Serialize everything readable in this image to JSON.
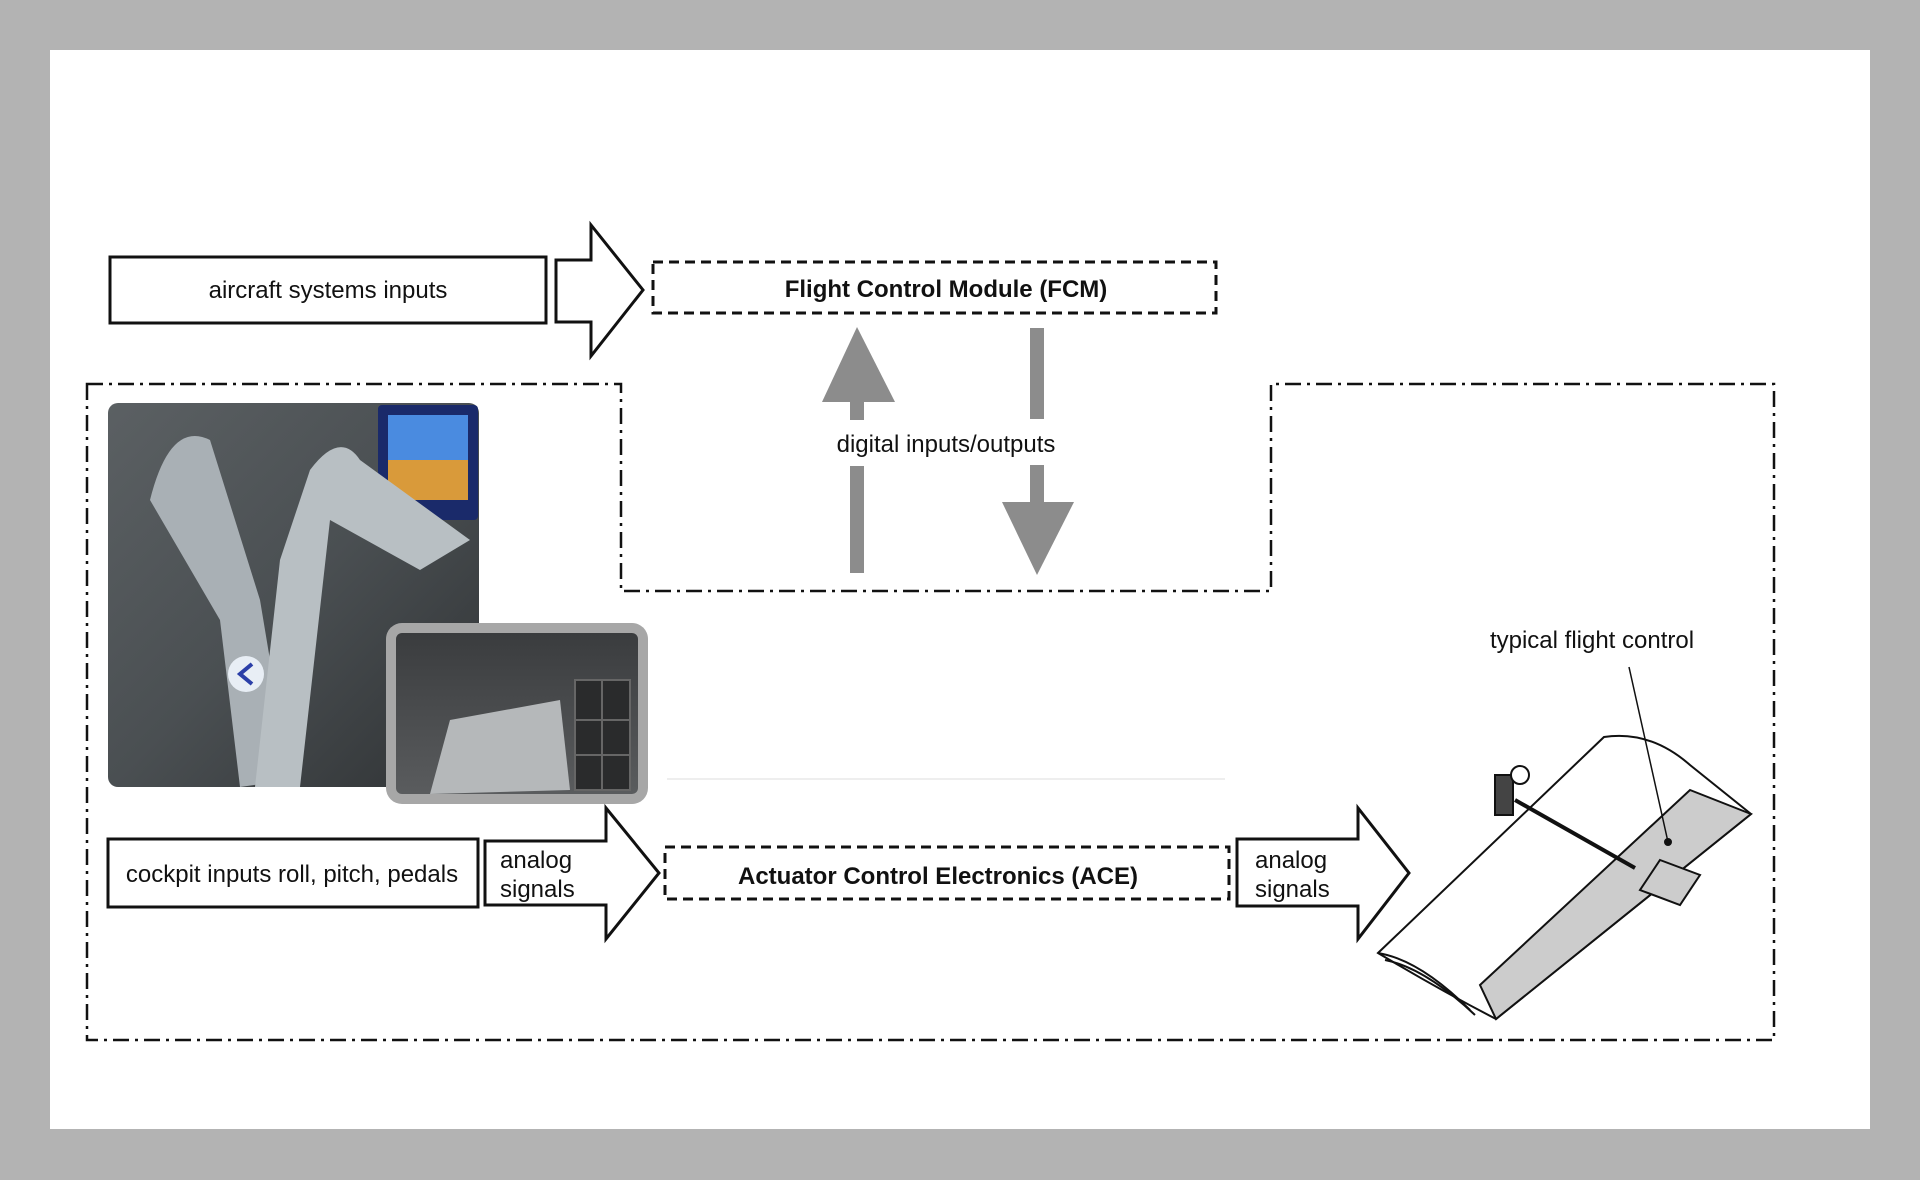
{
  "diagram": {
    "aircraft_inputs": "aircraft systems inputs",
    "fcm": "Flight Control Module (FCM)",
    "digital_io": "digital inputs/outputs",
    "cockpit_inputs": "cockpit inputs roll, pitch, pedals",
    "analog_1": {
      "line1": "analog",
      "line2": "signals"
    },
    "ace": "Actuator Control Electronics (ACE)",
    "analog_2": {
      "line1": "analog",
      "line2": "signals"
    },
    "flight_control_label": "typical flight control"
  },
  "colors": {
    "background": "#b3b3b3",
    "panel": "#ffffff",
    "gray_arrow": "#8c8c8c",
    "surface_gray": "#cccccc"
  }
}
